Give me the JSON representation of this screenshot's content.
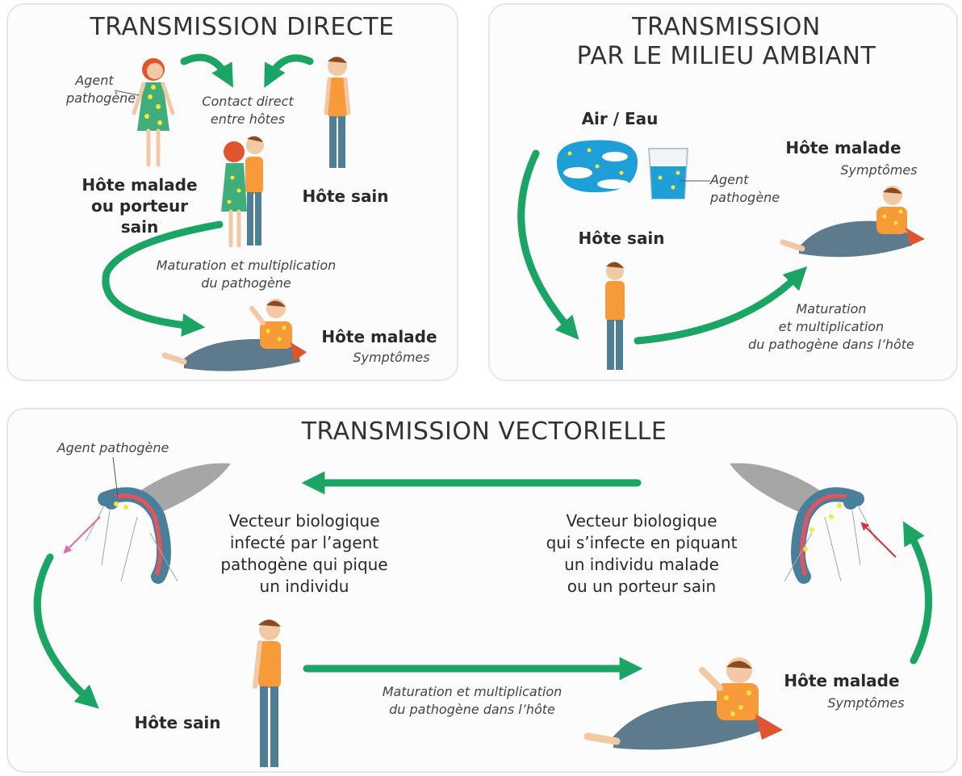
{
  "directe": {
    "title": "TRANSMISSION DIRECTE",
    "agent_line1": "Agent",
    "agent_line2": "pathogène",
    "contact_line1": "Contact direct",
    "contact_line2": "entre hôtes",
    "malade_line1": "Hôte malade",
    "malade_line2": "ou porteur sain",
    "sain": "Hôte sain",
    "maturation_line1": "Maturation et multiplication",
    "maturation_line2": "du pathogène",
    "final_malade": "Hôte malade",
    "final_symptomes": "Symptômes"
  },
  "ambiant": {
    "title_line1": "TRANSMISSION",
    "title_line2": "PAR LE MILIEU AMBIANT",
    "air_eau": "Air / Eau",
    "agent_line1": "Agent",
    "agent_line2": "pathogène",
    "malade": "Hôte malade",
    "symptomes": "Symptômes",
    "sain": "Hôte sain",
    "maturation_line1": "Maturation",
    "maturation_line2": "et multiplication",
    "maturation_line3": "du pathogène dans l’hôte"
  },
  "vectorielle": {
    "title": "TRANSMISSION VECTORIELLE",
    "agent": "Agent pathogène",
    "left_vec_line1": "Vecteur biologique",
    "left_vec_line2": "infecté par l’agent",
    "left_vec_line3": "pathogène qui pique",
    "left_vec_line4": "un individu",
    "right_vec_line1": "Vecteur biologique",
    "right_vec_line2": "qui s’infecte en piquant",
    "right_vec_line3": "un individu malade",
    "right_vec_line4": "ou un porteur sain",
    "sain": "Hôte sain",
    "maturation_line1": "Maturation et multiplication",
    "maturation_line2": "du pathogène dans l’hôte",
    "malade": "Hôte malade",
    "symptomes": "Symptômes"
  },
  "colors": {
    "arrow_green": "#1aa564",
    "skin": "#f3c8a4",
    "shirt_orange": "#f79a3a",
    "jeans": "#4f7e95",
    "dress_green": "#3fae7a",
    "hair_red": "#e0552e",
    "hair_brown": "#8a4a22",
    "blanket": "#5d7b8c",
    "pathogen_yellow": "#f5e63c",
    "water_blue": "#1e9fd8"
  }
}
